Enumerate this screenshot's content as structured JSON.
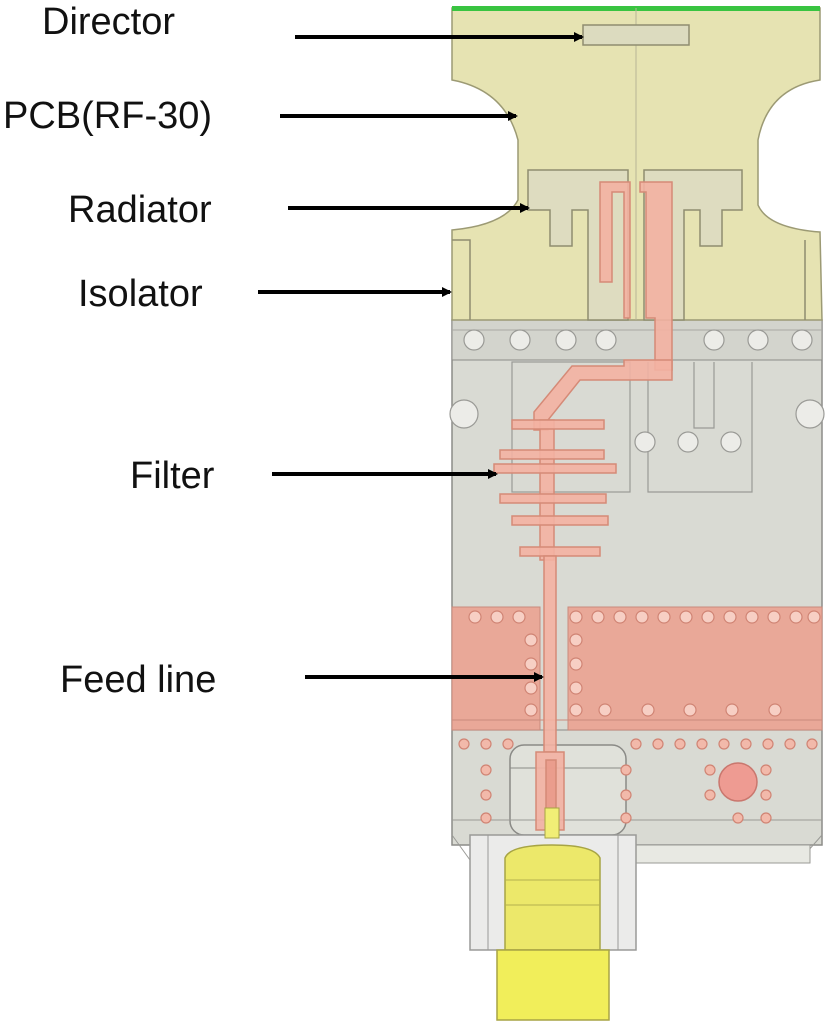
{
  "labels": {
    "director": "Director",
    "pcb": "PCB(RF-30)",
    "radiator": "Radiator",
    "isolator": "Isolator",
    "filter": "Filter",
    "feed_line": "Feed line"
  },
  "colors": {
    "pcb": "#e6e3b2",
    "ground_grey": "#d7d8d0",
    "copper": "#f2a894",
    "copper_stroke": "#d98a78",
    "connector_yellow": "#f1ee76",
    "edge_green": "#39c441",
    "arrow": "#000000"
  }
}
